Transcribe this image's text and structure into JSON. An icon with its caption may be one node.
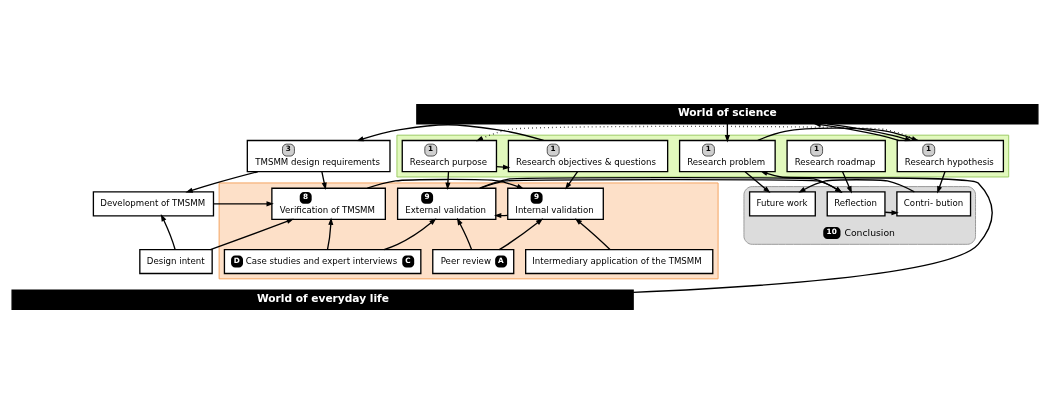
{
  "diagram": {
    "nodes": [
      {
        "text": [
          "World of science"
        ]
      },
      {
        "text": [
          "3",
          "TMSMM design requirements"
        ]
      },
      {
        "text": [],
        "shape": "box"
      },
      {
        "text": [
          "1",
          "Research objectives & questions"
        ],
        "in": 2
      },
      {
        "text": [
          "1",
          "Research purpose"
        ],
        "in": 2
      },
      {
        "text": [
          "1",
          "Research roadmap"
        ],
        "in": 2
      },
      {
        "text": [
          "1",
          "Research hypothesis"
        ],
        "in": 2
      },
      {
        "text": [
          "1",
          "Research problem"
        ],
        "in": 2
      },
      {
        "text": [
          "Development of TMSMM"
        ]
      },
      {
        "text": [],
        "shape": "box"
      },
      {
        "text": [
          "8",
          "Verification of TMSMM"
        ],
        "in": 9
      },
      {
        "text": [
          "9",
          "Internal validation"
        ],
        "in": 9
      },
      {
        "text": [
          "9",
          "External validation"
        ],
        "in": 9
      },
      {
        "text": [
          "Intermediary application of the TMSMM"
        ],
        "in": 9
      },
      {
        "text": [
          "Peer review",
          "A"
        ],
        "in": 9
      },
      {
        "text": [
          "D",
          "Case studies and expert interviews",
          "C"
        ],
        "in": 9
      },
      {
        "text": [
          "Design intent"
        ]
      },
      {
        "text": [
          "10",
          "Conclusion"
        ]
      },
      {
        "text": [
          "Reflection"
        ],
        "in": 17
      },
      {
        "text": [
          "Contri- bution"
        ],
        "in": 17
      },
      {
        "text": [
          "Future work"
        ],
        "in": 17
      },
      {
        "text": [
          "World of everyday life"
        ]
      }
    ],
    "edges": [
      {
        "from": 4,
        "to": 3,
        "arrow": "to"
      },
      {
        "from": 3,
        "to": 1,
        "arrow": "to"
      },
      {
        "from": 6,
        "to": 4,
        "arrow": "to",
        "style": "dashed"
      },
      {
        "from": 7,
        "to": 6,
        "arrow": "to"
      },
      {
        "from": 6,
        "to": 0,
        "arrow": "to"
      },
      {
        "from": 0,
        "to": 6,
        "arrow": "to"
      },
      {
        "from": 0,
        "to": 7,
        "arrow": "to"
      },
      {
        "from": 1,
        "to": 8,
        "arrow": "to"
      },
      {
        "from": 1,
        "to": 10,
        "arrow": "to"
      },
      {
        "from": 3,
        "to": 11,
        "arrow": "to"
      },
      {
        "from": 4,
        "to": 12,
        "arrow": "to"
      },
      {
        "from": 5,
        "to": 18,
        "arrow": "to"
      },
      {
        "from": 6,
        "to": 19,
        "arrow": "to"
      },
      {
        "from": 7,
        "to": 20,
        "arrow": "to"
      },
      {
        "from": 21,
        "to": 7,
        "arrow": "to"
      },
      {
        "from": 16,
        "to": 8,
        "arrow": "to"
      },
      {
        "from": 16,
        "to": 10,
        "arrow": "to"
      },
      {
        "from": 8,
        "to": 10,
        "arrow": "to"
      },
      {
        "from": 10,
        "to": 11,
        "arrow": "to"
      },
      {
        "from": 11,
        "to": 12,
        "arrow": "to"
      },
      {
        "from": 12,
        "to": 18,
        "arrow": "to"
      },
      {
        "from": 18,
        "to": 19,
        "arrow": "to"
      },
      {
        "from": 19,
        "to": 20,
        "arrow": "to"
      },
      {
        "from": 13,
        "to": 11,
        "arrow": "to"
      },
      {
        "from": 14,
        "to": 11,
        "arrow": "to"
      },
      {
        "from": 14,
        "to": 12,
        "arrow": "to"
      },
      {
        "from": 15,
        "to": 10,
        "arrow": "to"
      },
      {
        "from": 15,
        "to": 12,
        "arrow": "to"
      }
    ]
  }
}
